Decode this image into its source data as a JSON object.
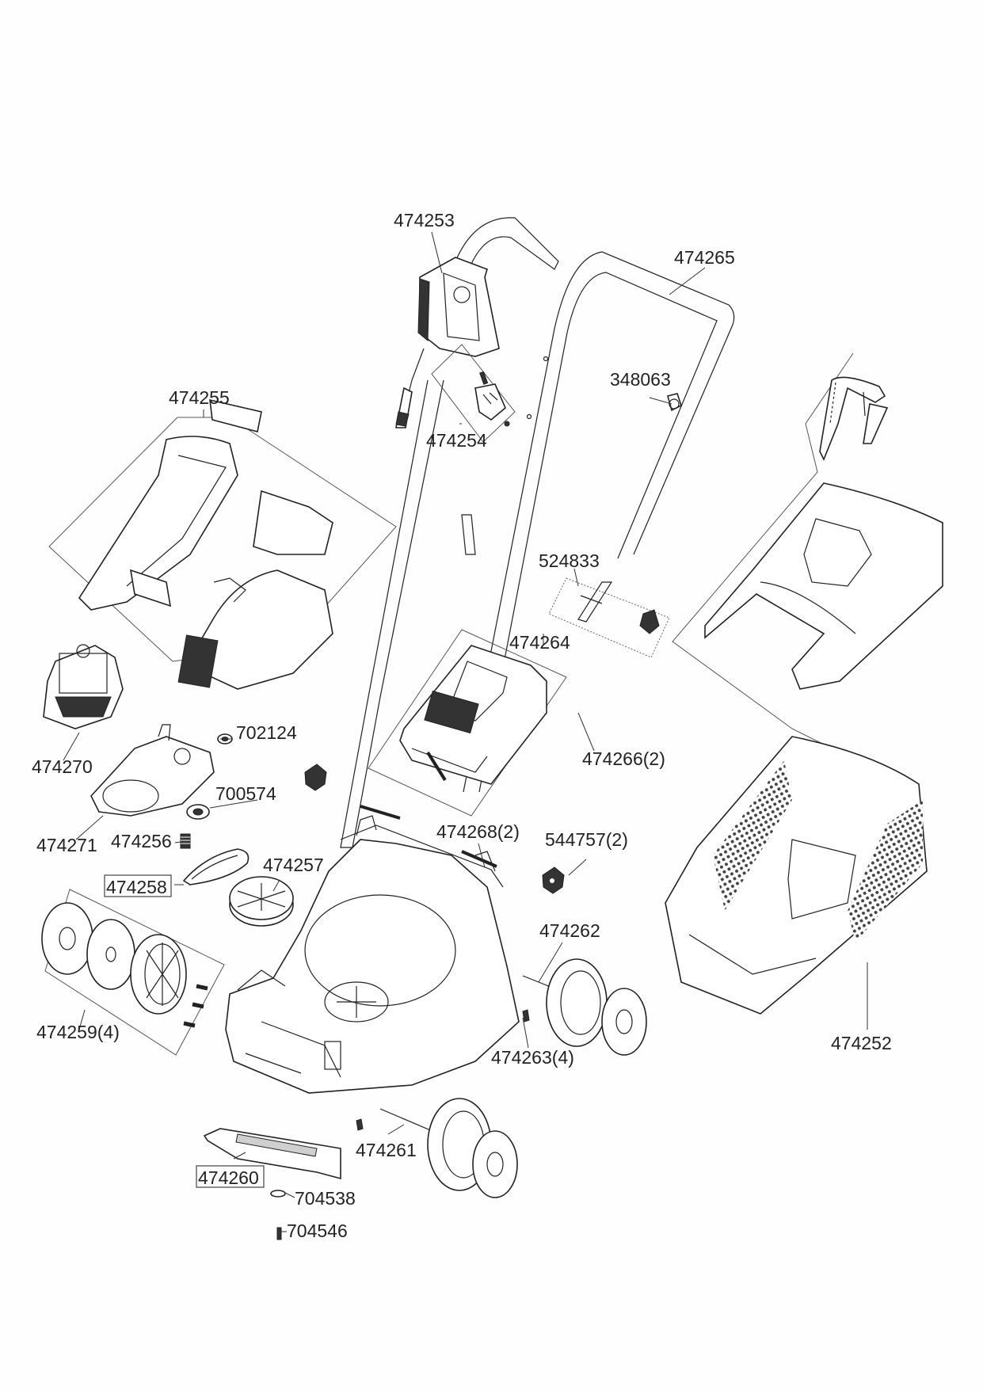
{
  "document": {
    "type": "exploded parts diagram",
    "subject": "electric lawn mower"
  },
  "parts": {
    "p474253": "474253",
    "p474265": "474265",
    "p474255": "474255",
    "p348063": "348063",
    "p474254": "474254",
    "p524833": "524833",
    "p474264": "474264",
    "p474270": "474270",
    "p702124": "702124",
    "p474266": "474266(2)",
    "p700574": "700574",
    "p474271": "474271",
    "p474256": "474256",
    "p474268": "474268(2)",
    "p544757": "544757(2)",
    "p474258": "474258",
    "p474257": "474257",
    "p474262": "474262",
    "p474259": "474259(4)",
    "p474263": "474263(4)",
    "p474252": "474252",
    "p474261": "474261",
    "p474260": "474260",
    "p704538": "704538",
    "p704546": "704546"
  },
  "boxed_parts": [
    "474258",
    "474260"
  ]
}
